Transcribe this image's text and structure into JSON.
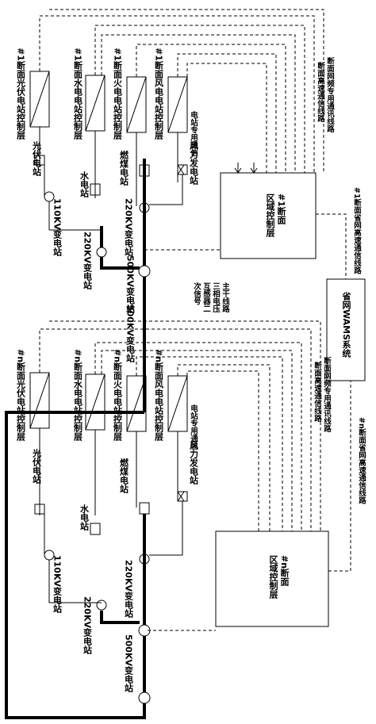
{
  "colors": {
    "line": "#000000",
    "background": "#ffffff"
  },
  "system": {
    "wams": "省网WAMS系统",
    "to_wams_1": "#1断面省网高速通信线路",
    "to_wams_n": "#n断面省网高速通信线路"
  },
  "sections": [
    {
      "id": "1",
      "solar_ctrl": "#1断面光伏电站控制层",
      "hydro_ctrl": "#1断面水电电站控制层",
      "thermal_ctrl": "#1断面火电电站控制层",
      "wind_ctrl": "#1断面风电电站控制层",
      "region_ctrl_id": "#1断面",
      "region_ctrl_name": "区域控制层",
      "solar_plant": "光伏电站",
      "hydro_plant": "水电站",
      "thermal_plant": "燃煤电站",
      "wind_plant": "风力发电站",
      "sub110": "110KV变电站",
      "sub220a": "220KV变电站",
      "sub220b": "220KV变电站",
      "sub500": "500KV变电站",
      "plant_comm": "电站专用通信",
      "net_freq": "断面网频专用通讯线路",
      "fast_comm": "断面高速通信线路"
    },
    {
      "id": "n",
      "solar_ctrl": "#n断面光伏电站控制层",
      "hydro_ctrl": "#n断面水电电站控制层",
      "thermal_ctrl": "#n断面火电电站控制层",
      "wind_ctrl": "#n断面风电电站控制层",
      "region_ctrl_id": "#n断面",
      "region_ctrl_name": "区域控制层",
      "solar_plant": "光伏电站",
      "hydro_plant": "水电站",
      "thermal_plant": "燃煤电站",
      "wind_plant": "风力发电站",
      "sub110": "110KV变电站",
      "sub220a": "220KV变电站",
      "sub220b": "220KV变电站",
      "sub500": "500KV变电站",
      "plant_comm": "电站专用通信",
      "net_freq": "断面网频专用通讯线路",
      "fast_comm": "断面高速通信线路"
    }
  ],
  "legend": [
    "主干线路",
    "三相电压",
    "互感器二",
    "次信号"
  ],
  "kv500_left": "500KV变电站"
}
